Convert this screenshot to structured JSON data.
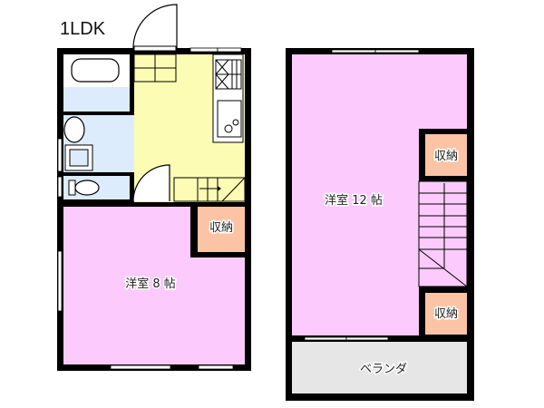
{
  "layout_type": "1LDK",
  "floor1": {
    "bedroom_label": "洋室 8 帖",
    "closet_label": "収納"
  },
  "floor2": {
    "bedroom_label": "洋室 12 帖",
    "closet_upper_label": "収納",
    "closet_lower_label": "収納",
    "veranda_label": "ベランダ"
  },
  "colors": {
    "bedroom": "#fccafc",
    "kitchen": "#fdfcb4",
    "bath": "#dcecfc",
    "closet": "#fcc4a4",
    "veranda": "#e6e6e6",
    "wall": "#000000"
  }
}
